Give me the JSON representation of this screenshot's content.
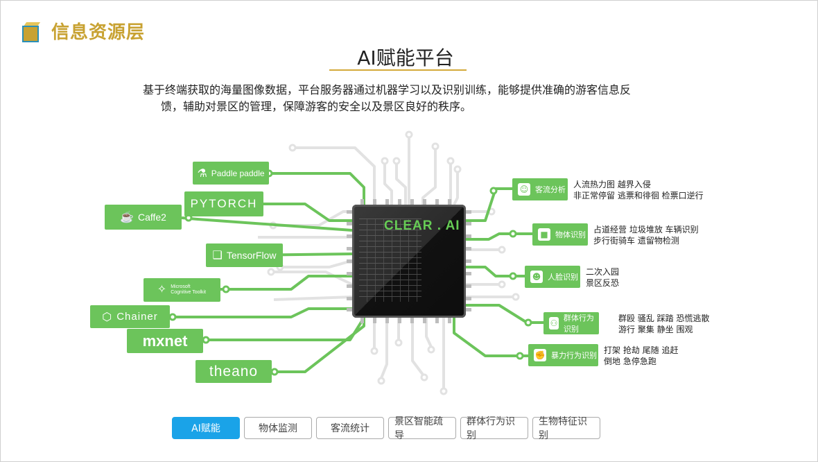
{
  "section": {
    "title": "信息资源层"
  },
  "main_title": "AI赋能平台",
  "description": {
    "line1": "基于终端获取的海量图像数据，平台服务器通过机器学习以及识别训练，能够提供准确的游客信息反",
    "line2": "馈，辅助对景区的管理，保障游客的安全以及景区良好的秩序。"
  },
  "chip": {
    "brand": "CLEAR . AI"
  },
  "frameworks": [
    {
      "label": "Paddle paddle",
      "icon": "paddle-icon"
    },
    {
      "label": "PYTORCH",
      "icon": ""
    },
    {
      "label": "Caffe2",
      "icon": "coffee-cup-icon"
    },
    {
      "label": "TensorFlow",
      "icon": "tensorflow-icon"
    },
    {
      "label": "Microsoft Cognitive Toolkit",
      "icon": "cntk-icon"
    },
    {
      "label": "Chainer",
      "icon": "chainer-icon"
    },
    {
      "label": "mxnet",
      "icon": ""
    },
    {
      "label": "theano",
      "icon": ""
    }
  ],
  "categories": [
    {
      "label": "客流分析",
      "icon": "people-icon",
      "features": [
        "人流热力图  越界入侵",
        "非正常停留  逃票和徘徊  检票口逆行"
      ]
    },
    {
      "label": "物体识别",
      "icon": "truck-icon",
      "features": [
        "占道经营  垃圾堆放  车辆识别",
        "步行街骑车  遗留物检测"
      ]
    },
    {
      "label": "人脸识别",
      "icon": "face-icon",
      "features": [
        "二次入园",
        "景区反恐"
      ]
    },
    {
      "label": "群体行为识别",
      "icon": "group-icon",
      "features": [
        "群殴  骚乱  踩踏  恐慌逃散",
        "游行  聚集  静坐  围观"
      ]
    },
    {
      "label": "暴力行为识别",
      "icon": "fist-icon",
      "features": [
        "打架  抢劫  尾随  追赶",
        "倒地  急停急跑"
      ]
    }
  ],
  "tabs": [
    {
      "label": "AI赋能",
      "active": true
    },
    {
      "label": "物体监测",
      "active": false
    },
    {
      "label": "客流统计",
      "active": false
    },
    {
      "label": "景区智能疏导",
      "active": false
    },
    {
      "label": "群体行为识别",
      "active": false
    },
    {
      "label": "生物特征识别",
      "active": false
    }
  ],
  "colors": {
    "accent_gold": "#c8a232",
    "green": "#6cc45b",
    "tab_active": "#1aa3e8"
  }
}
